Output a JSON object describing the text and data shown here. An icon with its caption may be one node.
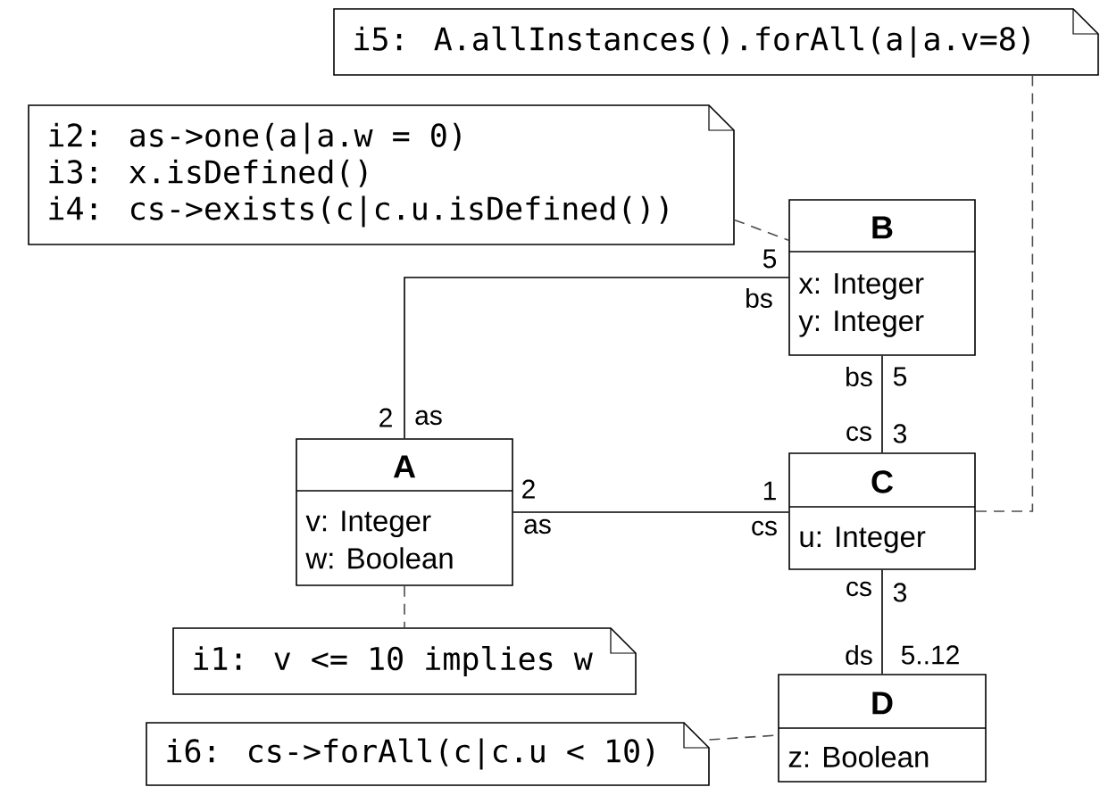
{
  "diagram": {
    "nodes": [
      {
        "text": [
          "i5: A.allInstances().forAll(a|a.v=8)"
        ]
      },
      {
        "text": [
          "i2: as->one(a|a.w = 0)",
          "i3: x.isDefined()",
          "i4: cs->exists(c|c.u.isDefined())"
        ]
      },
      {
        "text": [
          "B",
          "x: Integer",
          "y: Integer"
        ]
      },
      {
        "text": [
          "A",
          "v: Integer",
          "w: Boolean"
        ]
      },
      {
        "text": [
          "C",
          "u: Integer"
        ]
      },
      {
        "text": [
          "i1: v <= 10 implies w"
        ]
      },
      {
        "text": [
          "D",
          "z: Boolean"
        ]
      },
      {
        "text": [
          "i6: cs->forAll(c|c.u < 10)"
        ]
      }
    ],
    "edges": [
      {
        "from": 3,
        "to": 2,
        "arrow": "none"
      },
      {
        "from": 2,
        "to": 4,
        "arrow": "none"
      },
      {
        "from": 3,
        "to": 4,
        "arrow": "none"
      },
      {
        "from": 4,
        "to": 6,
        "arrow": "none"
      },
      {
        "from": 0,
        "to": 4,
        "arrow": "none",
        "style": "dashed"
      },
      {
        "from": 1,
        "to": 2,
        "arrow": "none",
        "style": "dashed"
      },
      {
        "from": 3,
        "to": 5,
        "arrow": "none",
        "style": "dashed"
      },
      {
        "from": 7,
        "to": 6,
        "arrow": "none",
        "style": "dashed"
      }
    ],
    "labels": [
      "5",
      "bs",
      "bs",
      "5",
      "2",
      "as",
      "cs",
      "3",
      "2",
      "1",
      "as",
      "cs",
      "cs",
      "3",
      "ds",
      "5..12"
    ]
  }
}
